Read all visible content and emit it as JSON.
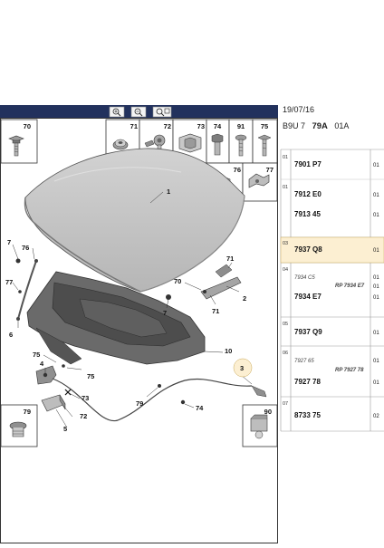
{
  "header": {
    "date": "19/07/16",
    "code_prefix": "B9U 7",
    "code_bold": "79A",
    "code_suffix": "01A"
  },
  "toolbar": {
    "zoom_in": "zoom-in-icon",
    "zoom_out": "zoom-out-icon",
    "zoom_fit": "zoom-fit-icon"
  },
  "thumbnails": [
    {
      "id": "70"
    },
    {
      "id": "71"
    },
    {
      "id": "72"
    },
    {
      "id": "73"
    },
    {
      "id": "74"
    },
    {
      "id": "91"
    },
    {
      "id": "75"
    },
    {
      "id": "76"
    },
    {
      "id": "77"
    },
    {
      "id": "79"
    },
    {
      "id": "90"
    }
  ],
  "callouts": {
    "c1": "1",
    "c2": "2",
    "c3": "3",
    "c4": "4",
    "c5": "5",
    "c6": "6",
    "c7a": "7",
    "c7b": "7",
    "c10": "10",
    "c70": "70",
    "c71a": "71",
    "c71b": "71",
    "c72": "72",
    "c73": "73",
    "c74": "74",
    "c75a": "75",
    "c75b": "75",
    "c76": "76",
    "c77": "77",
    "c79": "79"
  },
  "parts": [
    {
      "index": "01",
      "ref": "7901 P7",
      "qty": "01"
    },
    {
      "index": "01",
      "ref": "7912 E0",
      "qty": "01"
    },
    {
      "index": "",
      "ref": "7913 45",
      "qty": "01"
    },
    {
      "index": "03",
      "ref": "7937 Q8",
      "qty": "01",
      "highlighted": true
    },
    {
      "index": "04",
      "ref_old": "7934 C5",
      "replaced_by": "RP 7934 E7",
      "qty_top": "01",
      "qty_mid": "01",
      "ref": "7934 E7",
      "qty": "01"
    },
    {
      "index": "05",
      "ref": "7937 Q9",
      "qty": "01"
    },
    {
      "index": "06",
      "ref_old": "7927 65",
      "replaced_by": "RP 7927 78",
      "qty_top": "01",
      "ref": "7927 78",
      "qty": "01"
    },
    {
      "index": "07",
      "ref": "8733 75",
      "qty": "02"
    }
  ],
  "colors": {
    "nav_bar": "#22315d",
    "highlight": "#fcefd2",
    "part_fill": "#c4c4c4",
    "part_dark": "#5c5c5c"
  }
}
